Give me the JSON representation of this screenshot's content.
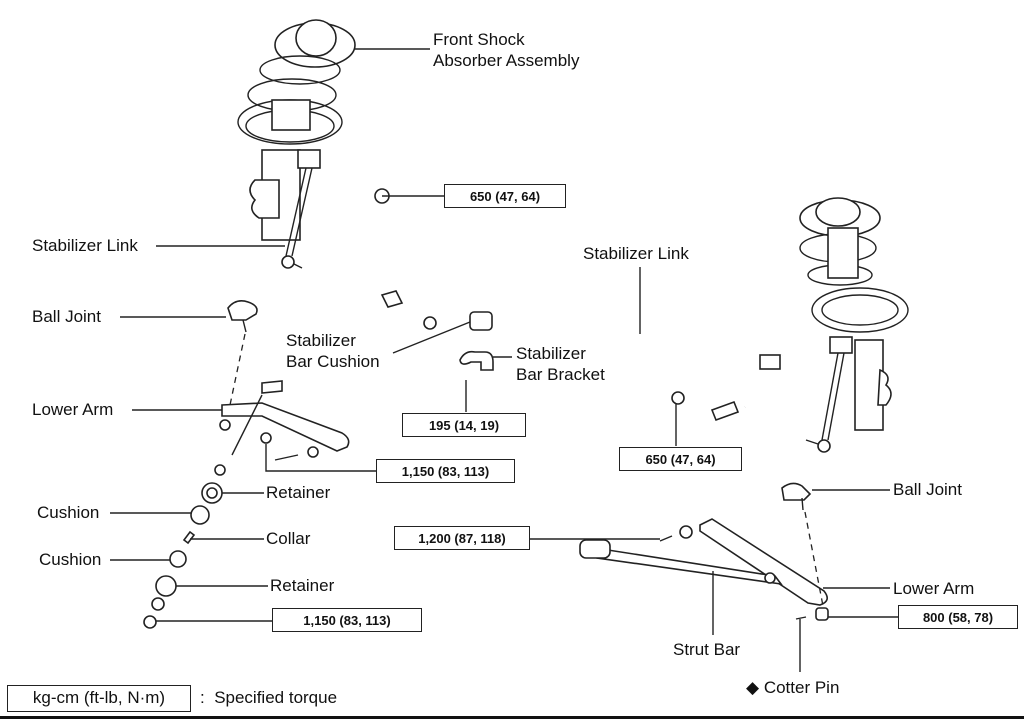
{
  "diagram": {
    "title": "Front Suspension Components",
    "labels": {
      "front_shock": [
        "Front Shock",
        "Absorber Assembly"
      ],
      "stabilizer_link_left": "Stabilizer Link",
      "stabilizer_link_right": "Stabilizer Link",
      "ball_joint_left": "Ball Joint",
      "ball_joint_right": "Ball Joint",
      "lower_arm_left": "Lower Arm",
      "lower_arm_right": "Lower Arm",
      "stab_bar_cushion": [
        "Stabilizer",
        "Bar Cushion"
      ],
      "stab_bar_bracket": [
        "Stabilizer",
        "Bar Bracket"
      ],
      "retainer_upper": "Retainer",
      "cushion_upper": "Cushion",
      "collar": "Collar",
      "cushion_lower": "Cushion",
      "retainer_lower": "Retainer",
      "strut_bar": "Strut Bar",
      "cotter_pin": "Cotter Pin",
      "cotter_pin_marker": "◆"
    },
    "torque_specs": [
      {
        "id": "link_nut_top",
        "value": "650 (47, 64)"
      },
      {
        "id": "bracket_bolt",
        "value": "195 (14, 19)"
      },
      {
        "id": "link_nut_right",
        "value": "650 (47, 64)"
      },
      {
        "id": "lower_arm_bolt",
        "value": "1,150 (83, 113)"
      },
      {
        "id": "strut_bar_bolt",
        "value": "1,200 (87, 118)"
      },
      {
        "id": "strut_bar_nut",
        "value": "1,150 (83, 113)"
      },
      {
        "id": "ball_joint_nut",
        "value": "800 (58, 78)"
      }
    ],
    "legend": {
      "units": "kg-cm (ft-lb, N·m)",
      "separator": ":",
      "description": "Specified torque"
    }
  }
}
